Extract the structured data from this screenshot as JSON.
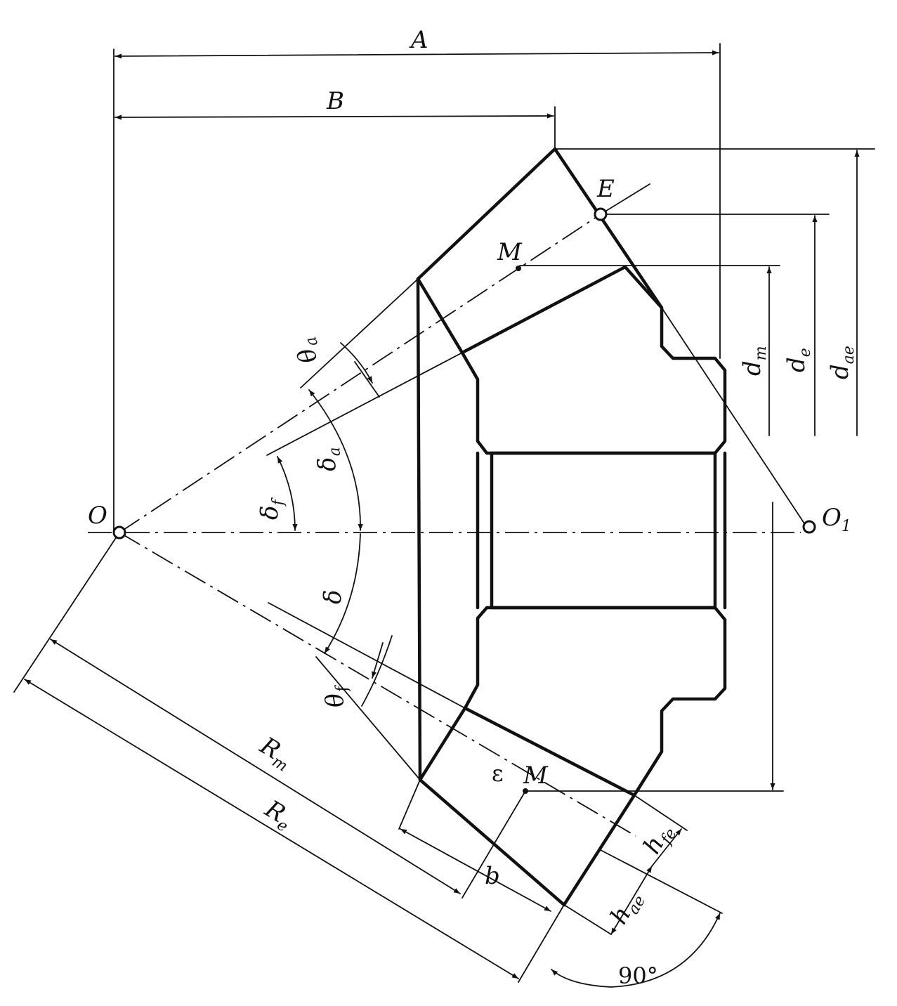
{
  "labels": {
    "A": "A",
    "B": "B",
    "E": "E",
    "M_top": "M",
    "M_bottom": "M",
    "O": "O",
    "O1_base": "O",
    "O1_sub": "1",
    "d_m": "d",
    "d_m_sub": "m",
    "d_e": "d",
    "d_e_sub": "e",
    "d_ae": "d",
    "d_ae_sub": "ae",
    "theta_a": "θ",
    "theta_a_sub": "a",
    "delta_a": "δ",
    "delta_a_sub": "a",
    "delta_f": "δ",
    "delta_f_sub": "f",
    "delta": "δ",
    "theta_f": "θ",
    "theta_f_sub": "f",
    "R_m": "R",
    "R_m_sub": "m",
    "R_e": "R",
    "R_e_sub": "e",
    "b": "b",
    "h_ae": "h",
    "h_ae_sub": "ae",
    "h_fe": "h",
    "h_fe_sub": "fe",
    "right_angle": "90°",
    "stray_mark": "ε"
  },
  "colors": {
    "ink": "#111111",
    "paper": "#ffffff"
  }
}
